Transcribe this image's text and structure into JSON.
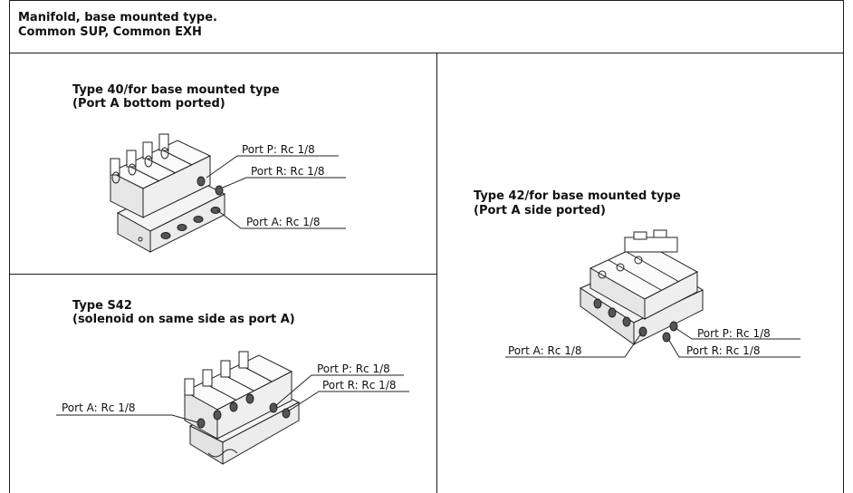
{
  "header": {
    "line1": "Manifold, base mounted type.",
    "line2": "Common SUP, Common EXH"
  },
  "panels": {
    "type40": {
      "title1": "Type 40/for base mounted type",
      "title2": "(Port A bottom ported)",
      "port_p": "Port P: Rc 1/8",
      "port_r": "Port R: Rc 1/8",
      "port_a": "Port A: Rc 1/8"
    },
    "type42": {
      "title1": "Type 42/for base mounted type",
      "title2": "(Port A side ported)",
      "port_p": "Port P: Rc 1/8",
      "port_r": "Port R: Rc 1/8",
      "port_a": "Port A: Rc 1/8"
    },
    "typeS42": {
      "title1": "Type S42",
      "title2": "(solenoid on same side as port A)",
      "port_p": "Port P: Rc 1/8",
      "port_r": "Port R: Rc 1/8",
      "port_a": "Port A: Rc 1/8"
    }
  }
}
